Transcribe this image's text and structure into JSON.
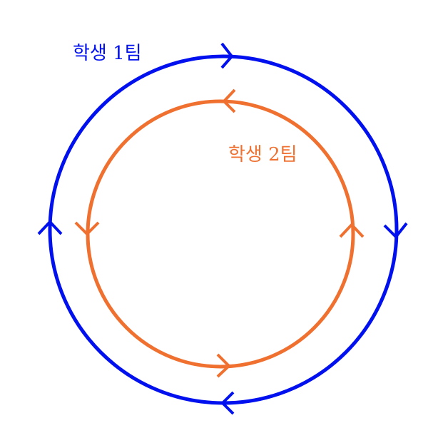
{
  "teams": [
    {
      "id": "team-1",
      "label": "학생 1팀",
      "color": "#0010ee",
      "direction": "clockwise"
    },
    {
      "id": "team-2",
      "label": "학생 2팀",
      "color": "#f07030",
      "direction": "counterclockwise"
    }
  ]
}
